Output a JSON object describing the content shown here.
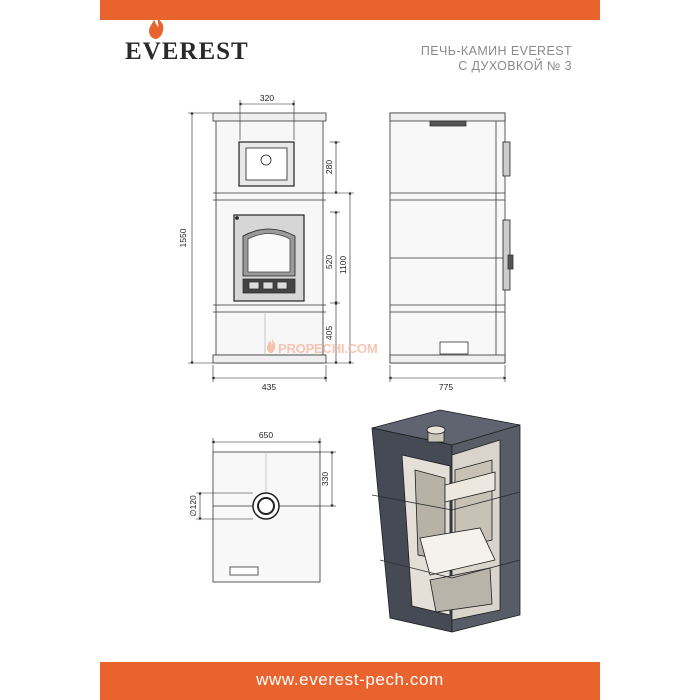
{
  "brand": {
    "logo": "EVEREST",
    "accent": "#e8632e"
  },
  "title": {
    "line1": "ПЕЧЬ-КАМИН EVEREST",
    "line2": "С ДУХОВКОЙ № 3"
  },
  "footer": {
    "url": "www.everest-pech.com"
  },
  "watermark": {
    "text": "PROPECHI.COM"
  },
  "dimensions": {
    "front_top_width": "320",
    "front_height_oven": "280",
    "front_total_height": "1550",
    "front_firebox_height": "520",
    "front_upper_height": "1100",
    "front_base_height": "405",
    "front_bottom_width": "435",
    "side_depth": "775",
    "top_width": "650",
    "top_depth": "330",
    "top_flue_diameter": "∅120"
  }
}
